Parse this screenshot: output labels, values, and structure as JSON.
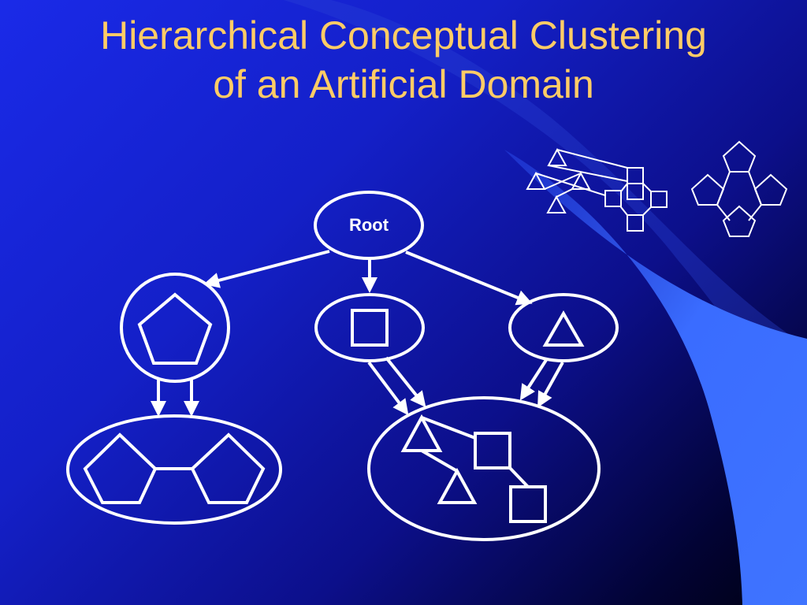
{
  "slide": {
    "title_line1": "Hierarchical Conceptual Clustering",
    "title_line2": "of an Artificial Domain"
  },
  "diagram": {
    "root_label": "Root",
    "nodes": [
      {
        "id": "root",
        "shape": "ellipse",
        "label": "Root"
      },
      {
        "id": "pentagon-node",
        "shape": "circle",
        "contains": "pentagon"
      },
      {
        "id": "square-node",
        "shape": "ellipse",
        "contains": "square"
      },
      {
        "id": "triangle-node",
        "shape": "ellipse",
        "contains": "triangle"
      },
      {
        "id": "pentagon-pair-node",
        "shape": "ellipse",
        "contains": "two linked pentagons"
      },
      {
        "id": "triangle-square-structure-node",
        "shape": "ellipse",
        "contains": "triangles and squares structure"
      }
    ],
    "edges": [
      {
        "from": "root",
        "to": "pentagon-node"
      },
      {
        "from": "root",
        "to": "square-node"
      },
      {
        "from": "root",
        "to": "triangle-node"
      },
      {
        "from": "pentagon-node",
        "to": "pentagon-pair-node"
      },
      {
        "from": "square-node",
        "to": "triangle-square-structure-node"
      },
      {
        "from": "triangle-node",
        "to": "triangle-square-structure-node"
      }
    ]
  },
  "colors": {
    "title": "#ffcc66",
    "lines": "#ffffff",
    "background_start": "#1a2ae8",
    "background_end": "#000010",
    "swoosh": "#3a6cff"
  }
}
